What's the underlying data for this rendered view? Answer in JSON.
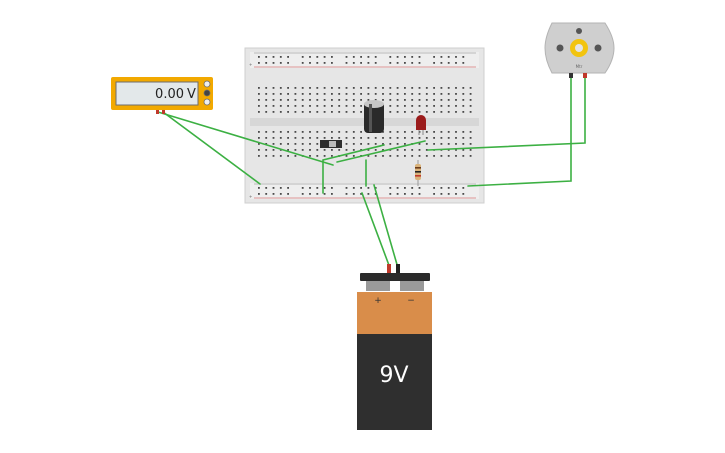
{
  "multimeter": {
    "reading": "0.00",
    "unit": "V"
  },
  "battery": {
    "label": "9V",
    "plus": "+",
    "minus": "−"
  },
  "motor": {
    "label": "Mtr"
  },
  "breadboard": {
    "columns": 30,
    "rail_plus": "+",
    "rail_minus": "−"
  },
  "colors": {
    "wire": "#3cb043",
    "breadboard": "#e9e9e9",
    "battery_top": "#d98d4a",
    "battery_body": "#2f2f2f",
    "multimeter_frame": "#f2a900",
    "led": "#9b1b1b"
  }
}
